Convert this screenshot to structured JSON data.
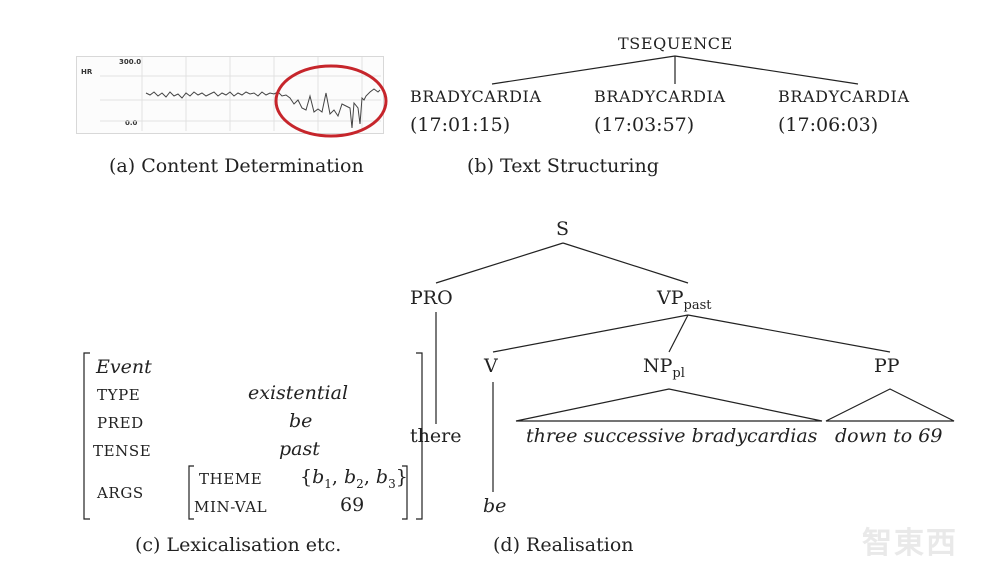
{
  "panel_a": {
    "caption": "(a) Content Determination",
    "hr_label": "HR",
    "y_max": "300.0",
    "y_min": "0.0"
  },
  "panel_b": {
    "caption": "(b) Text Structuring",
    "root": "TSEQUENCE",
    "children": [
      {
        "label": "BRADYCARDIA",
        "time": "(17:01:15)"
      },
      {
        "label": "BRADYCARDIA",
        "time": "(17:03:57)"
      },
      {
        "label": "BRADYCARDIA",
        "time": "(17:06:03)"
      }
    ]
  },
  "panel_c": {
    "caption": "(c) Lexicalisation etc.",
    "type_label": "Event",
    "rows": [
      {
        "key": "TYPE",
        "value": "existential"
      },
      {
        "key": "PRED",
        "value": "be"
      },
      {
        "key": "TENSE",
        "value": "past"
      }
    ],
    "args_key": "ARGS",
    "args": {
      "theme_key": "THEME",
      "theme_value": "{b1, b2, b3}",
      "theme_open": "{",
      "theme_b": "b",
      "theme_sub1": "1",
      "theme_sub2": "2",
      "theme_sub3": "3",
      "theme_comma": ",",
      "theme_close": "}",
      "minval_key": "MIN-VAL",
      "minval_value": "69"
    }
  },
  "panel_d": {
    "caption": "(d) Realisation",
    "s": "S",
    "pro": "PRO",
    "vp": "VP",
    "vp_sub": "past",
    "v": "V",
    "np": "NP",
    "np_sub": "pl",
    "pp": "PP",
    "there": "there",
    "be": "be",
    "np_text": "three successive bradycardias",
    "pp_text": "down to 69"
  },
  "watermark": "智東西"
}
